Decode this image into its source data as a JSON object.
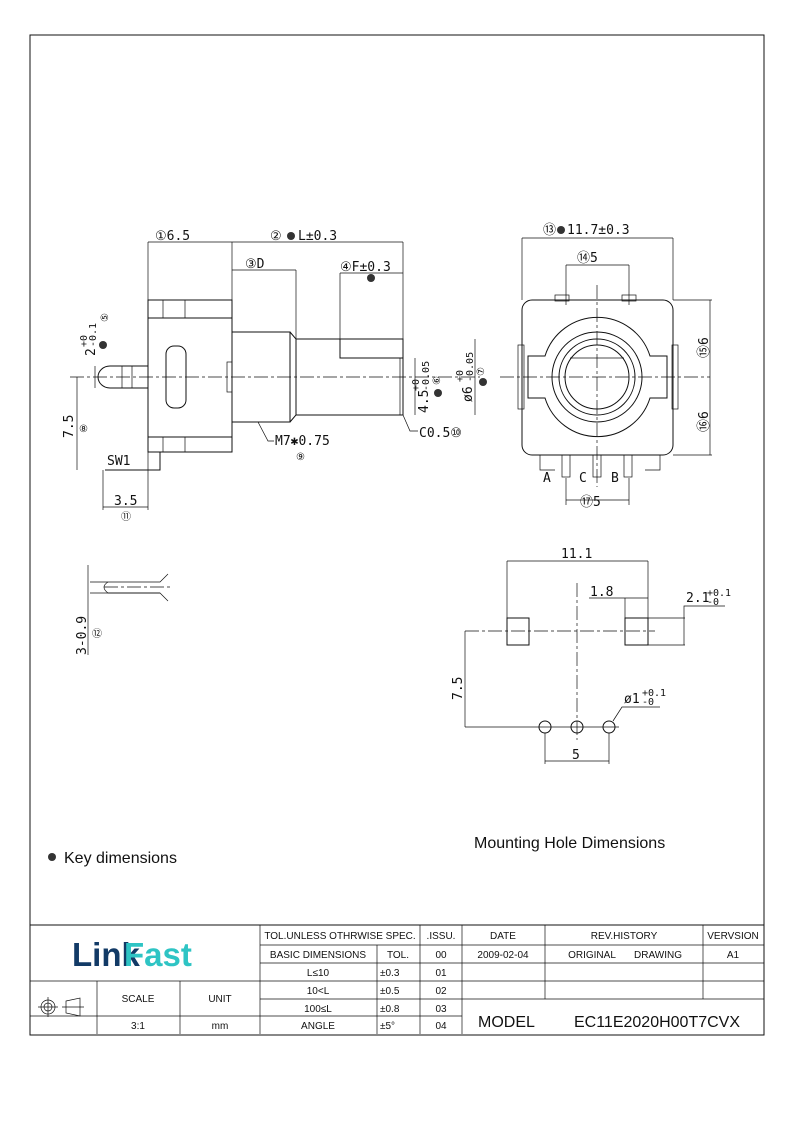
{
  "drawing": {
    "side_view": {
      "dim_1": "①6.5",
      "dim_2": "②",
      "dim_2_val": "L±0.3",
      "dim_3": "③D",
      "dim_4": "④F±0.3",
      "dim_5": "2",
      "dim_5_tol_up": "+0",
      "dim_5_tol_dn": "-0.1",
      "dim_5_no": "⑤",
      "dim_6": "4.5",
      "dim_6_tol_up": "+0",
      "dim_6_tol_dn": "-0.05",
      "dim_6_no": "⑥",
      "dim_7": "ø6",
      "dim_7_tol_up": "+0",
      "dim_7_tol_dn": "-0.05",
      "dim_7_no": "⑦",
      "dim_8": "7.5",
      "dim_8_no": "⑧",
      "thread": "M7✱0.75",
      "thread_no": "⑨",
      "chamfer": "C0.5⑩",
      "sw_label": "SW1",
      "dim_11": "3.5",
      "dim_11_no": "⑪"
    },
    "pin_view": {
      "dim_12": "3-0.9",
      "dim_12_no": "⑫"
    },
    "front_view": {
      "dim_13": "⑬",
      "dim_13_val": "11.7±0.3",
      "dim_14": "⑭5",
      "dim_15": "⑮6",
      "dim_16": "⑯6",
      "dim_17": "⑰5",
      "pin_a": "A",
      "pin_c": "C",
      "pin_b": "B"
    },
    "mounting": {
      "title": "Mounting Hole Dimensions",
      "dim_width": "11.1",
      "dim_pad": "1.8",
      "dim_pad_h": "2.1",
      "dim_pad_h_up": "+0.1",
      "dim_pad_h_dn": "-0",
      "dim_offset": "7.5",
      "dim_hole": "ø1",
      "dim_hole_up": "+0.1",
      "dim_hole_dn": "-0",
      "dim_pitch": "5"
    },
    "legend": "Key dimensions"
  },
  "title_block": {
    "logo_link": "Link",
    "logo_fast": "Fast",
    "tol_header": "TOL.UNLESS OTHRWISE SPEC.",
    "issu_header": ".ISSU.",
    "date_header": "DATE",
    "rev_header": "REV.HISTORY",
    "version_header": "VERVSION",
    "basic_dims": "BASIC DIMENSIONS",
    "tol": "TOL.",
    "rows": [
      {
        "dim": "L≤10",
        "tol": "±0.3",
        "issu": "01"
      },
      {
        "dim": "10<L",
        "tol": "±0.5",
        "issu": "02"
      },
      {
        "dim": "100≤L",
        "tol": "±0.8",
        "issu": "03"
      },
      {
        "dim": "ANGLE",
        "tol": "±5°",
        "issu": "04"
      }
    ],
    "issu_00": "00",
    "date": "2009-02-04",
    "rev_original": "ORIGINAL",
    "rev_drawing": "DRAWING",
    "version": "A1",
    "scale_label": "SCALE",
    "unit_label": "UNIT",
    "scale": "3:1",
    "unit": "mm",
    "model_label": "MODEL",
    "model": "EC11E2020H00T7CVX"
  }
}
